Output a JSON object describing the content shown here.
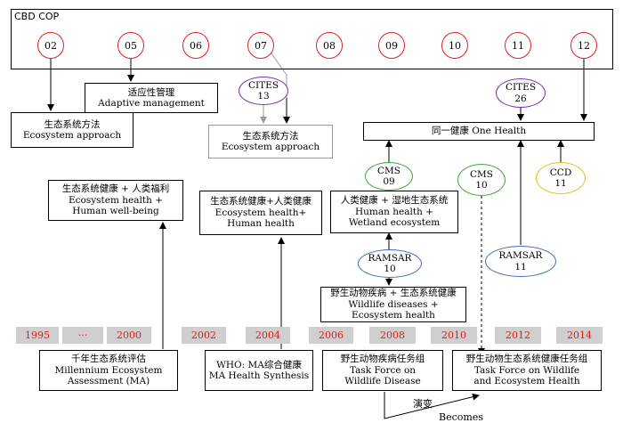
{
  "cop": {
    "label": "CBD COP",
    "meetings": [
      "02",
      "05",
      "06",
      "07",
      "08",
      "09",
      "10",
      "11",
      "12"
    ]
  },
  "boxes": {
    "adaptive": [
      "适应性管理",
      "Adaptive management"
    ],
    "eco_approach_02": [
      "生态系统方法",
      "Ecosystem approach"
    ],
    "eco_approach_07": [
      "生态系统方法",
      "Ecosystem approach"
    ],
    "one_health": "同一健康 One Health",
    "eco_wellbeing": [
      "生态系统健康 + 人类福利",
      "Ecosystem health +",
      "Human well-being"
    ],
    "eco_human": [
      "生态系统健康+人类健康",
      "Ecosystem health+",
      "Human health"
    ],
    "human_wetland": [
      "人类健康 + 湿地生态系统",
      "Human health +",
      "Wetland ecosystem"
    ],
    "wildlife_eco": [
      "野生动物疾病 + 生态系统健康",
      "Wildlife diseases +",
      "Ecosystem health"
    ],
    "ma": [
      "千年生态系统评估",
      "Millennium Ecosystem",
      "Assessment (MA)"
    ],
    "who": [
      "WHO: MA综合健康",
      "MA Health Synthesis"
    ],
    "tf_disease": [
      "野生动物疾病任务组",
      "Task Force on",
      "Wildlife Disease"
    ],
    "tf_health": [
      "野生动物生态系统健康任务组",
      "Task Force on Wildlife",
      "and Ecosystem Health"
    ]
  },
  "ovals": {
    "cites13": [
      "CITES",
      "13"
    ],
    "cites26": [
      "CITES",
      "26"
    ],
    "cms09": [
      "CMS",
      "09"
    ],
    "cms10": [
      "CMS",
      "10"
    ],
    "ccd11": [
      "CCD",
      "11"
    ],
    "ramsar10": [
      "RAMSAR",
      "10"
    ],
    "ramsar11": [
      "RAMSAR",
      "11"
    ]
  },
  "years": [
    "1995",
    "···",
    "2000",
    "2002",
    "2004",
    "2006",
    "2008",
    "2010",
    "2012",
    "2014"
  ],
  "becomes": {
    "zh": "演变",
    "en": "Becomes"
  },
  "colors": {
    "cbd_circle": "#e02020",
    "cites": "#7a2aa8",
    "cms": "#36a836",
    "ccd": "#d9c21a",
    "ramsar": "#3f6fb0",
    "year_text": "#d81e1e",
    "year_bg": "#cfcfcf"
  }
}
